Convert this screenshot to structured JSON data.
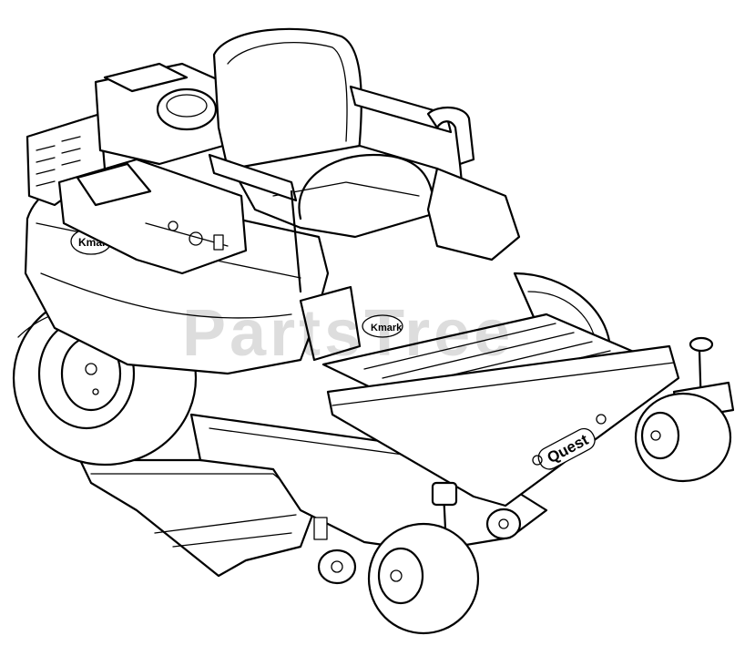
{
  "brand_badges": {
    "fender_logo": "Kmark",
    "console_logo": "Kmark",
    "deck_model": "Quest"
  },
  "watermark": "PartsTree",
  "colors": {
    "line": "#000000",
    "paper": "#ffffff"
  }
}
